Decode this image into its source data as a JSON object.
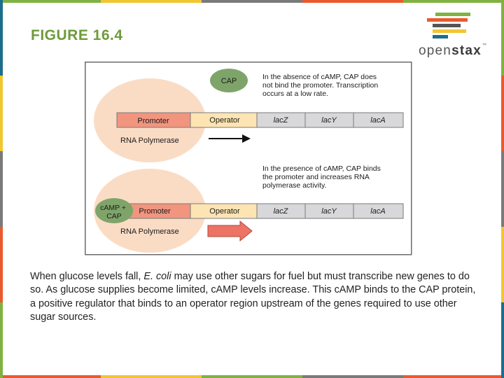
{
  "slide": {
    "title": "FIGURE 16.4",
    "colors": {
      "title": "#6e9b3a"
    }
  },
  "logo": {
    "text_regular": "open",
    "text_bold": "stax",
    "trademark": "™"
  },
  "figure": {
    "top_panel": {
      "cap_label": "CAP",
      "note": [
        "In the absence of cAMP, CAP does",
        "not bind the promoter. Transcription",
        "occurs at a low rate."
      ],
      "promoter": "Promoter",
      "operator": "Operator",
      "genes": [
        "lacZ",
        "lacY",
        "lacA"
      ],
      "polymerase": "RNA Polymerase"
    },
    "bottom_panel": {
      "note": [
        "In the presence of cAMP, CAP binds",
        "the promoter and increases RNA",
        "polymerase activity."
      ],
      "camp_cap": [
        "cAMP +",
        "CAP"
      ],
      "promoter": "Promoter",
      "operator": "Operator",
      "genes": [
        "lacZ",
        "lacY",
        "lacA"
      ],
      "polymerase": "RNA Polymerase"
    },
    "colors": {
      "cap_green": "#7fa46a",
      "polymerase_blob": "#fadcc5",
      "promoter": "#f1957f",
      "operator": "#fde4b3",
      "gene": "#d8d8da",
      "arrow_strong": "#ed7464"
    }
  },
  "caption": {
    "before_italic": "When glucose levels fall, ",
    "italic": "E. coli",
    "after_italic": " may use other sugars for fuel but must transcribe new genes to do so. As glucose supplies become limited, cAMP levels increase. This cAMP binds to the CAP protein, a positive regulator that binds to an operator region upstream of the genes required to use other sugar sources."
  }
}
